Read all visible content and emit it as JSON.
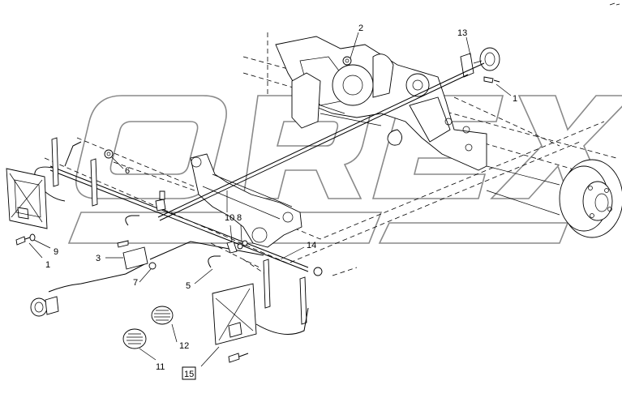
{
  "watermark": {
    "text": "OREX"
  },
  "callouts": [
    {
      "id": "c1a",
      "label": "1"
    },
    {
      "id": "c1b",
      "label": "1"
    },
    {
      "id": "c2",
      "label": "2"
    },
    {
      "id": "c3",
      "label": "3"
    },
    {
      "id": "c5",
      "label": "5"
    },
    {
      "id": "c6",
      "label": "6"
    },
    {
      "id": "c7",
      "label": "7"
    },
    {
      "id": "c8",
      "label": "8"
    },
    {
      "id": "c9",
      "label": "9"
    },
    {
      "id": "c10",
      "label": "10"
    },
    {
      "id": "c11",
      "label": "11"
    },
    {
      "id": "c12",
      "label": "12"
    },
    {
      "id": "c13",
      "label": "13"
    },
    {
      "id": "c14",
      "label": "14"
    },
    {
      "id": "c15",
      "label": "15",
      "boxed": true
    }
  ]
}
